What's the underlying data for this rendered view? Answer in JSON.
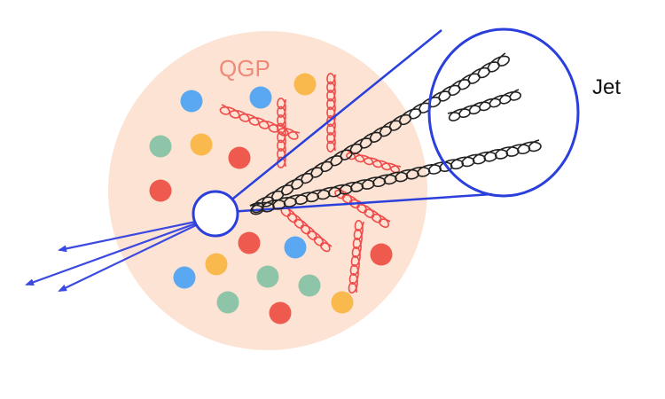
{
  "labels": {
    "qgp": "QGP",
    "jet": "Jet"
  },
  "colors": {
    "medium": "#fde3d3",
    "qgp_text": "#f08a78",
    "red_gluon": "#ef4b4b",
    "black_gluon": "#222222",
    "cone": "#2a3fdc",
    "arrows": "#3b49e0",
    "particle_blue": "#5aa8f2",
    "particle_orange": "#f9b94c",
    "particle_green": "#8ec4a8",
    "particle_red": "#ef5a4f"
  },
  "particles": [
    {
      "kind": "blue"
    },
    {
      "kind": "blue"
    },
    {
      "kind": "orange"
    },
    {
      "kind": "green"
    },
    {
      "kind": "orange"
    },
    {
      "kind": "red"
    },
    {
      "kind": "red"
    },
    {
      "kind": "red"
    },
    {
      "kind": "blue"
    },
    {
      "kind": "red"
    },
    {
      "kind": "blue"
    },
    {
      "kind": "orange"
    },
    {
      "kind": "green"
    },
    {
      "kind": "green"
    },
    {
      "kind": "green"
    },
    {
      "kind": "red"
    },
    {
      "kind": "orange"
    }
  ]
}
